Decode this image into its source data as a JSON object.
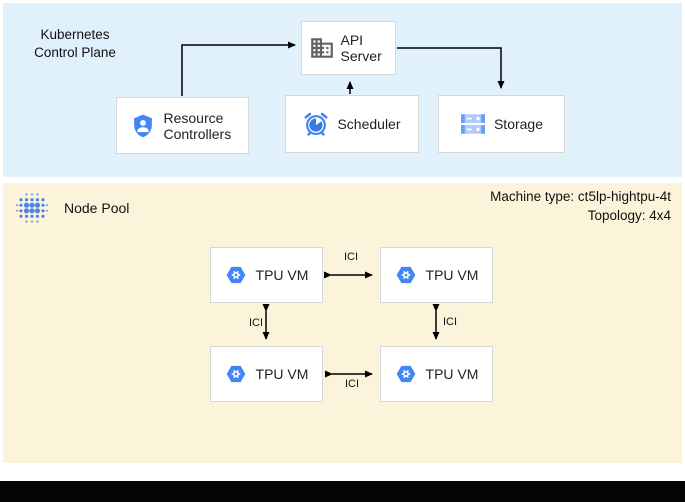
{
  "diagram": {
    "control_plane": {
      "title_line1": "Kubernetes",
      "title_line2": "Control Plane",
      "nodes": {
        "api_server": {
          "label": "API Server",
          "icon": "building-icon"
        },
        "resource_controllers": {
          "label": "Resource Controllers",
          "icon": "shield-person-icon"
        },
        "scheduler": {
          "label": "Scheduler",
          "icon": "alarm-clock-icon"
        },
        "storage": {
          "label": "Storage",
          "icon": "storage-disks-icon"
        }
      }
    },
    "node_pool": {
      "title": "Node Pool",
      "icon": "dot-grid-icon",
      "machine_type": "Machine type: ct5lp-hightpu-4t",
      "topology": "Topology: 4x4",
      "tpu_label": "TPU VM",
      "tpu_icon": "tpu-hexagon-icon",
      "tpu_count": 4,
      "ici_label": "ICI"
    },
    "colors": {
      "control_plane_bg": "#e1f1fc",
      "node_pool_bg": "#fcf4da",
      "node_border": "#d7d7d7",
      "accent_blue": "#4285f4",
      "light_blue": "#aecbfa",
      "icon_gray": "#616161",
      "arrow": "#000000",
      "bottom_bar": "#050505"
    }
  }
}
